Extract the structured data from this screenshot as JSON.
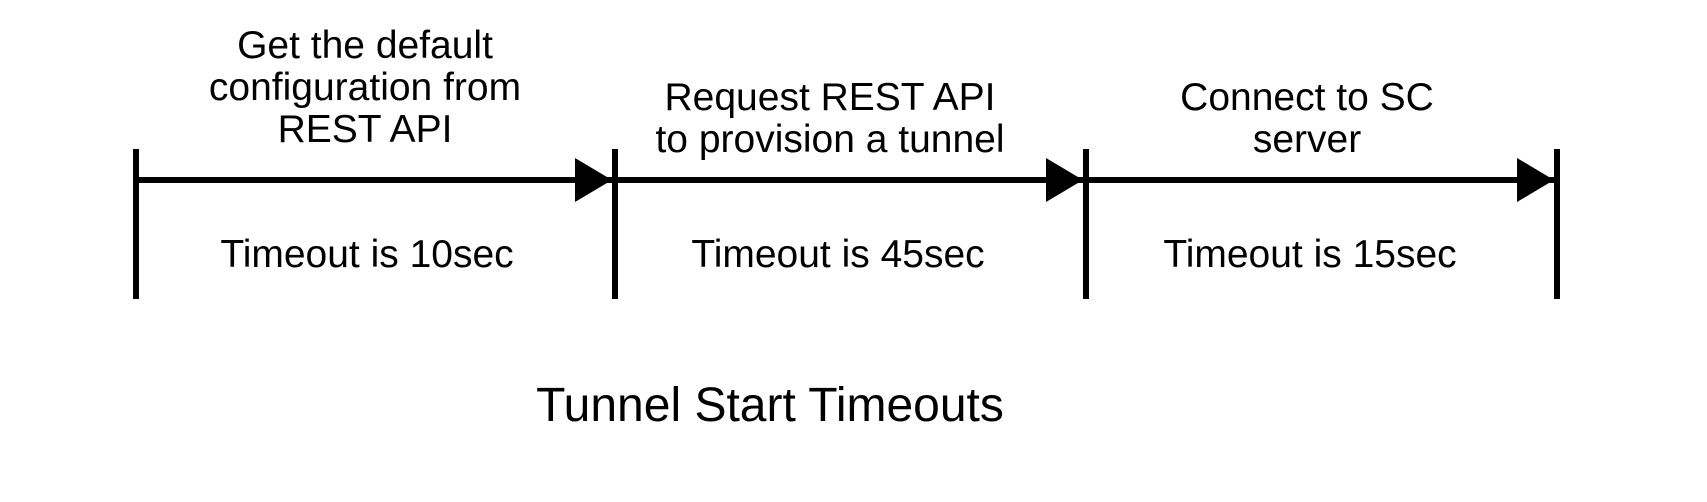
{
  "diagram": {
    "title": "Tunnel Start Timeouts",
    "colors": {
      "background": "#ffffff",
      "line": "#000000",
      "text": "#000000"
    },
    "steps": [
      {
        "label": "Get the default\nconfiguration from\nREST API",
        "timeout": "Timeout is 10sec"
      },
      {
        "label": "Request REST API\nto provision a tunnel",
        "timeout": "Timeout is 45sec"
      },
      {
        "label": "Connect to SC\nserver",
        "timeout": "Timeout is 15sec"
      }
    ]
  }
}
